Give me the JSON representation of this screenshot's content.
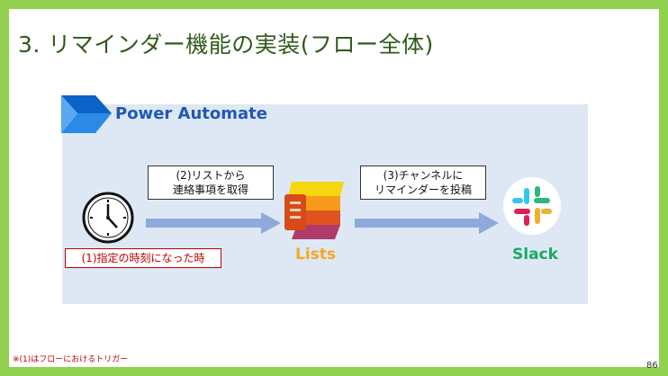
{
  "slide": {
    "title": "3. リマインダー機能の実装(フロー全体)",
    "power_automate_label": "Power Automate",
    "step1_trigger": "(1)指定の時刻になった時",
    "step2": {
      "line1": "(2)リストから",
      "line2": "連絡事項を取得"
    },
    "step3": {
      "line1": "(3)チャンネルに",
      "line2": "リマインダーを投稿"
    },
    "lists_label": "Lists",
    "slack_label": "Slack",
    "footnote": "※(1)はフローにおけるトリガー",
    "page_number": "86"
  },
  "colors": {
    "frame": "#92d050",
    "title": "#2f5a1a",
    "panel": "#dde8f4",
    "power_automate": "#2258b4",
    "arrow": "#8fa9dc",
    "trigger_red": "#c00000",
    "lists": "#f5a820",
    "slack": "#1aa866"
  }
}
